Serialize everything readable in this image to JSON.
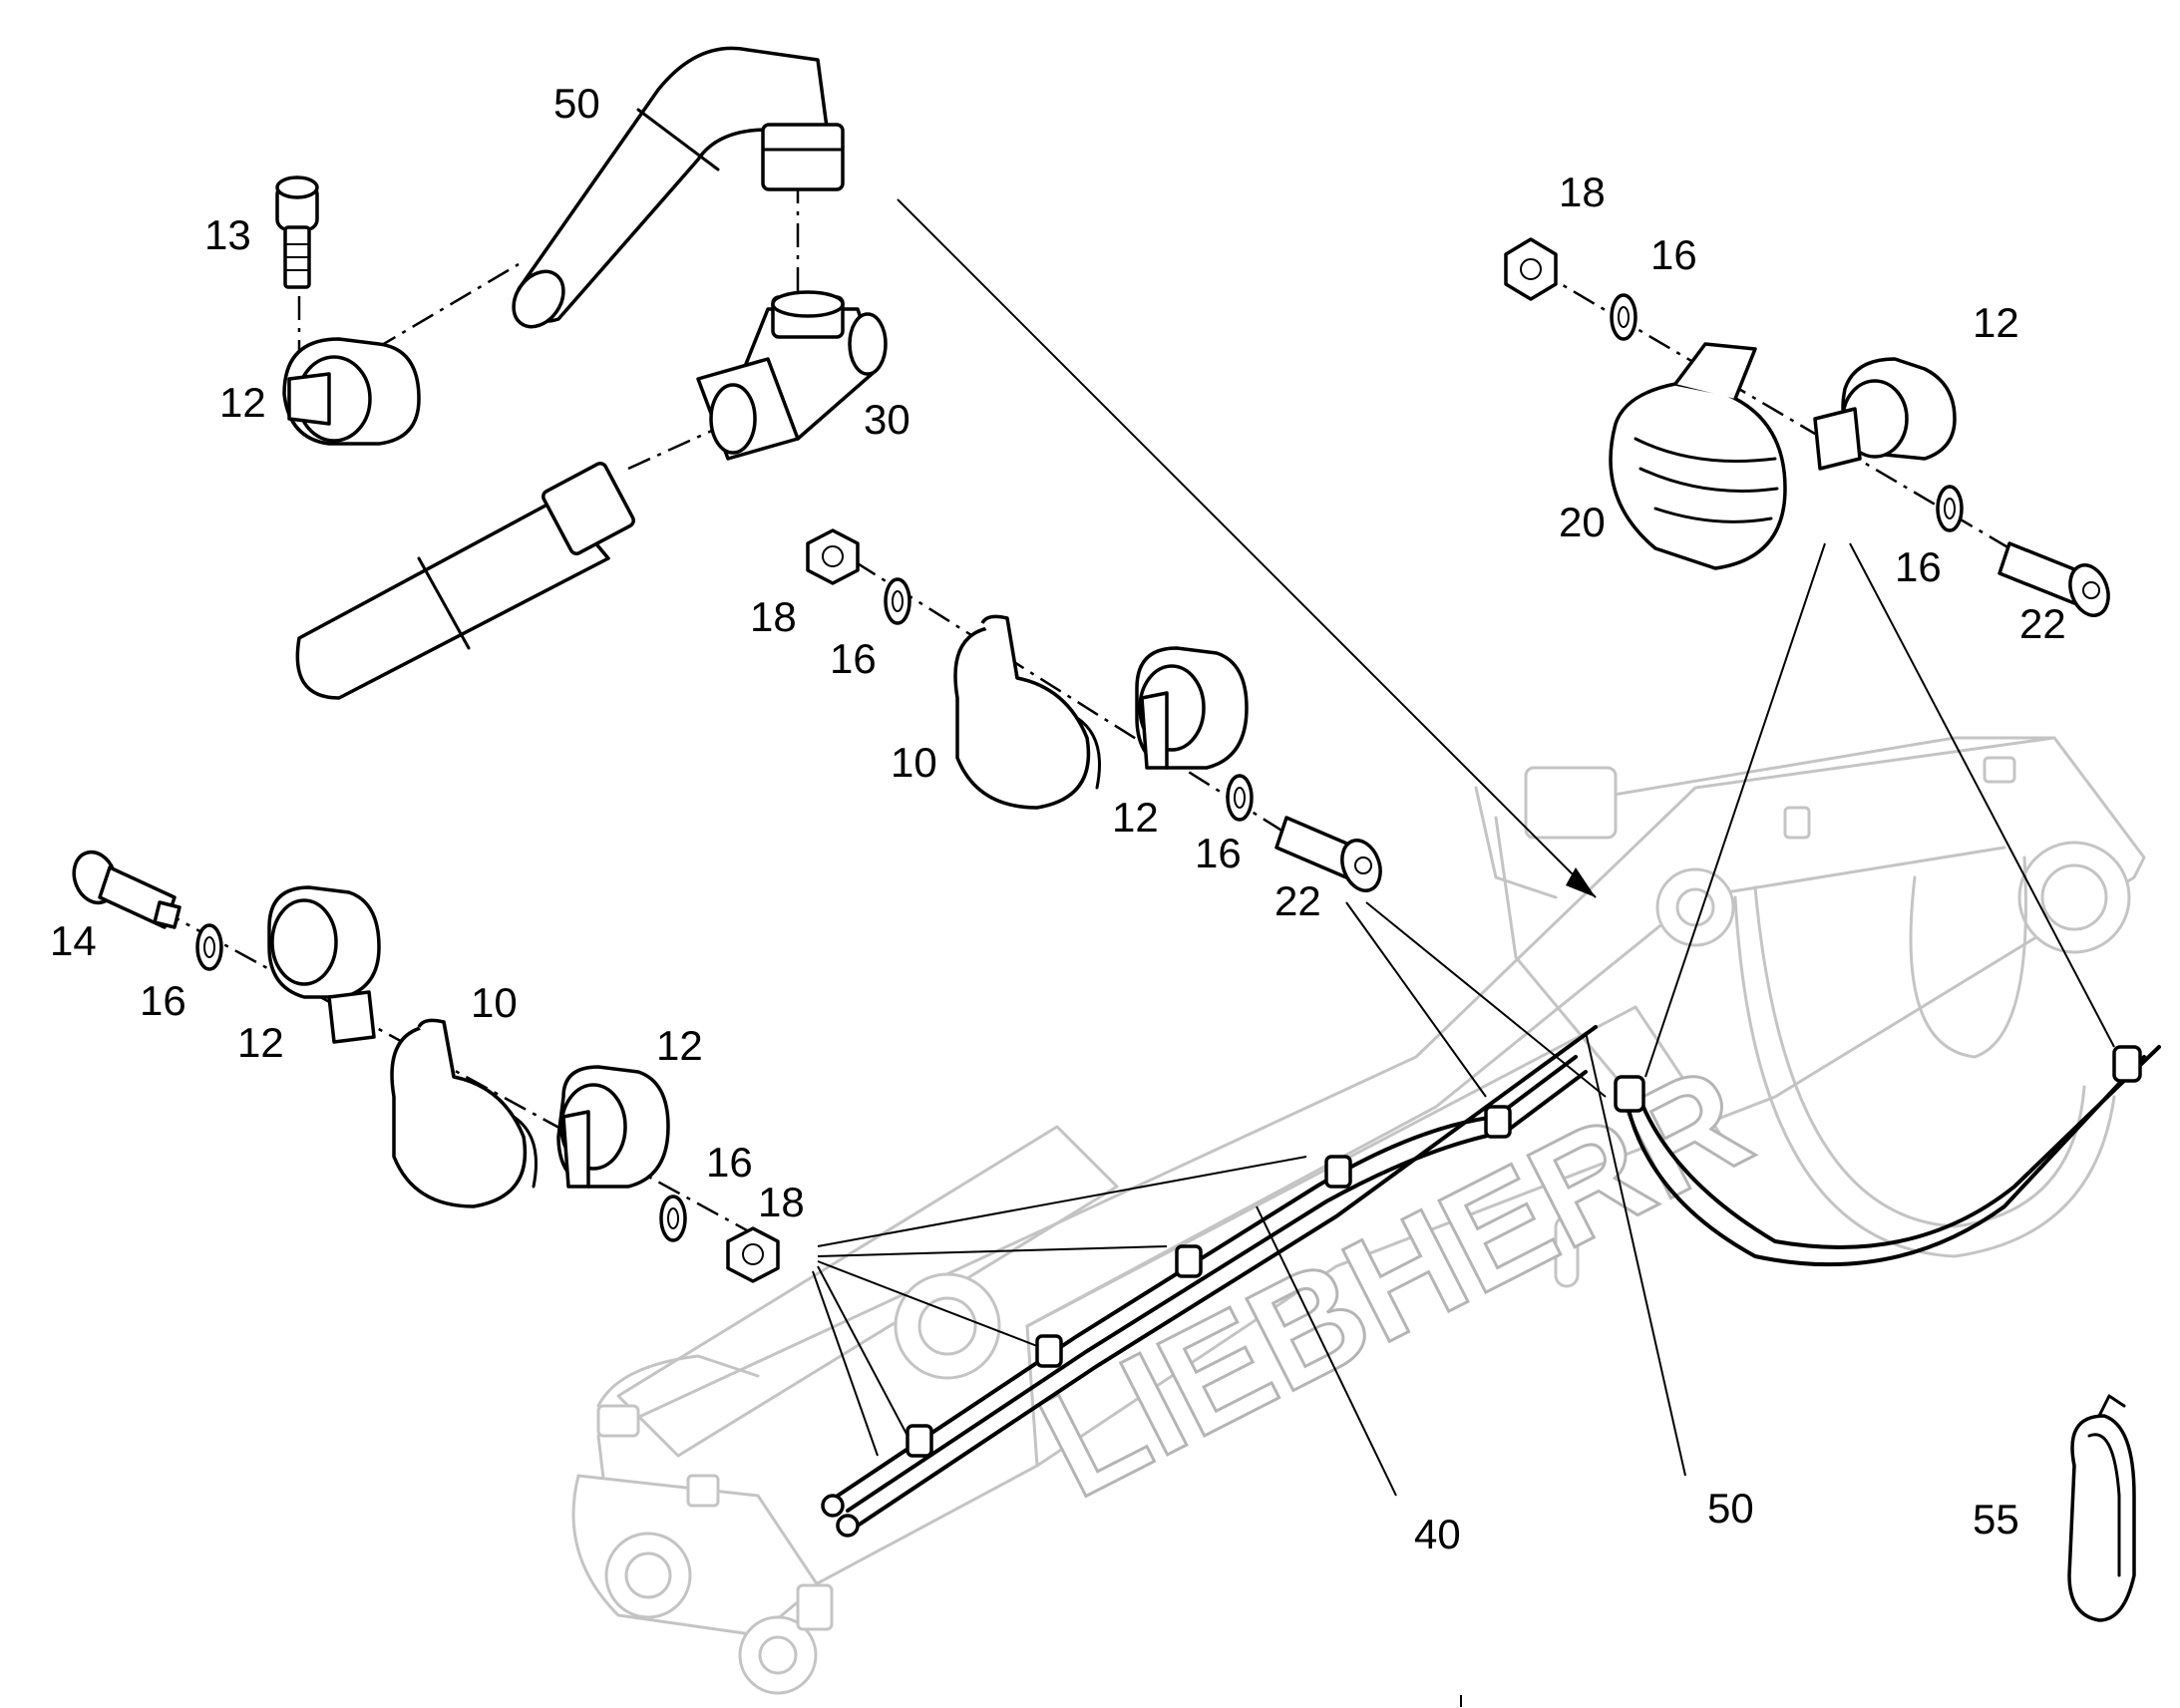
{
  "brand_text": "LIEBHERR",
  "callouts": {
    "c50_top": "50",
    "c13": "13",
    "c12_topleft": "12",
    "c30": "30",
    "c18_right": "18",
    "c16_right_top": "16",
    "c12_right": "12",
    "c20": "20",
    "c16_right_bottom": "16",
    "c22_right": "22",
    "c18_mid": "18",
    "c16_mid": "16",
    "c10_mid": "10",
    "c12_mid": "12",
    "c16_mid_bottom": "16",
    "c22_mid": "22",
    "c14": "14",
    "c16_left": "16",
    "c12_left": "12",
    "c10_left": "10",
    "c12_left2": "12",
    "c16_left_bottom": "16",
    "c18_left": "18",
    "c40": "40",
    "c50_bottom": "50",
    "c55": "55"
  }
}
